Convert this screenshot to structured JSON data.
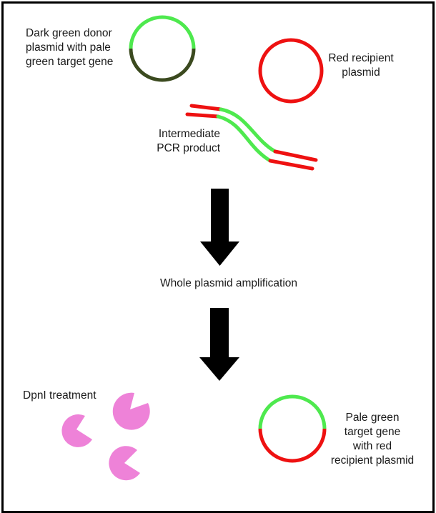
{
  "colors": {
    "donor_dark_green": "#3b4a1f",
    "target_pale_green": "#4ee94e",
    "recipient_red": "#ee1111",
    "dpni_pink": "#ee82d8",
    "arrow": "#000000",
    "border": "#000000"
  },
  "labels": {
    "donor_plasmid": [
      "Dark green donor",
      "plasmid with pale",
      "green target gene"
    ],
    "recipient_plasmid": [
      "Red recipient",
      "plasmid"
    ],
    "pcr_product": [
      "Intermediate",
      "PCR product"
    ],
    "step": "Whole plasmid amplification",
    "dpni": "DpnI treatment",
    "result_plasmid": [
      "Pale green",
      "target gene",
      "with red",
      "recipient plasmid"
    ]
  }
}
